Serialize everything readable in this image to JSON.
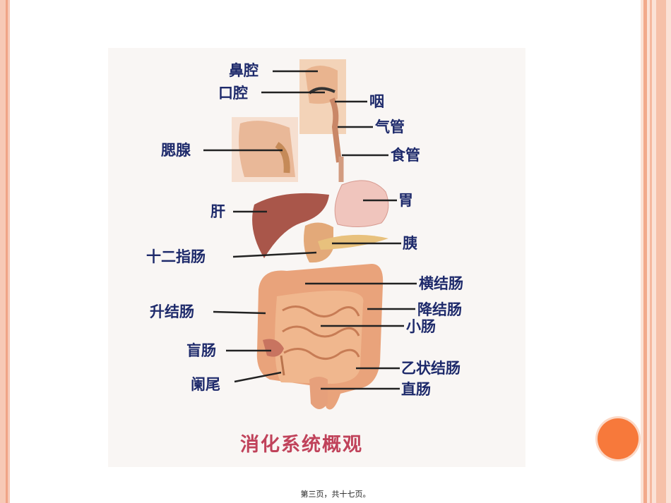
{
  "labels": {
    "nasal_cavity": "鼻腔",
    "oral_cavity": "口腔",
    "pharynx": "咽",
    "trachea": "气管",
    "salivary_gland": "腮腺",
    "esophagus": "食管",
    "stomach": "胃",
    "liver": "肝",
    "pancreas": "胰",
    "duodenum": "十二指肠",
    "transverse_colon": "横结肠",
    "ascending_colon": "升结肠",
    "descending_colon": "降结肠",
    "small_intestine": "小肠",
    "cecum": "盲肠",
    "sigmoid_colon": "乙状结肠",
    "appendix": "阑尾",
    "rectum": "直肠"
  },
  "caption": "消化系统概观",
  "footer": "第三页，共十七页。",
  "colors": {
    "label_text": "#1e2a6b",
    "caption_text": "#c0425a",
    "accent_circle": "#f7793b",
    "frame_border": "#f2a98b"
  }
}
